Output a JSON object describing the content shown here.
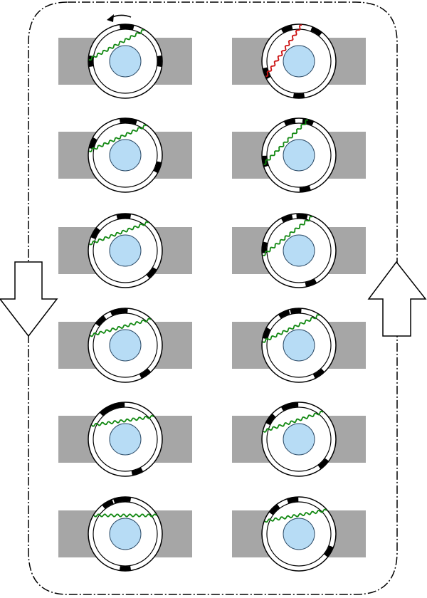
{
  "colors": {
    "background": "#ffffff",
    "housing": "#a6a6a6",
    "ring_stroke": "#000000",
    "marker": "#000000",
    "core": "#b7dcf5",
    "core_stroke": "#2b4a66",
    "wave_default": "#118811",
    "wave_highlight": "#cc1111",
    "path_stroke": "#000000",
    "arrow_fill": "#ffffff"
  },
  "icons": {
    "rotation_indicator": "curved-arrow-icon",
    "flow_down": "down-arrow-icon",
    "flow_up": "up-arrow-icon"
  },
  "path": {
    "style": "dash-dot",
    "shape": "rounded-rectangle-loop"
  },
  "units": [
    {
      "id": "left-1",
      "column": "left",
      "row": 1,
      "angle": -28,
      "markers": [
        -85,
        0,
        180,
        270
      ],
      "wave": "green",
      "rotation_indicator": true
    },
    {
      "id": "left-2",
      "column": "left",
      "row": 2,
      "angle": -24,
      "markers": [
        -80,
        20,
        200,
        270
      ],
      "wave": "green"
    },
    {
      "id": "left-3",
      "column": "left",
      "row": 3,
      "angle": -20,
      "markers": [
        -90,
        40,
        210,
        265
      ],
      "wave": "green"
    },
    {
      "id": "left-4",
      "column": "left",
      "row": 4,
      "angle": -15,
      "markers": [
        -95,
        55,
        225,
        255
      ],
      "wave": "green"
    },
    {
      "id": "left-5",
      "column": "left",
      "row": 5,
      "angle": -8,
      "markers": [
        -100,
        70,
        235,
        245
      ],
      "wave": "green"
    },
    {
      "id": "left-6",
      "column": "left",
      "row": 6,
      "angle": 0,
      "markers": [
        -90,
        90,
        240,
        260
      ],
      "wave": "green"
    },
    {
      "id": "right-1",
      "column": "right",
      "row": 1,
      "angle": -55,
      "markers": [
        -60,
        90,
        160,
        250
      ],
      "wave": "red"
    },
    {
      "id": "right-2",
      "column": "right",
      "row": 2,
      "angle": -45,
      "markers": [
        -75,
        80,
        170,
        255
      ],
      "wave": "green"
    },
    {
      "id": "right-3",
      "column": "right",
      "row": 3,
      "angle": -38,
      "markers": [
        -85,
        70,
        185,
        250
      ],
      "wave": "green"
    },
    {
      "id": "right-4",
      "column": "right",
      "row": 4,
      "angle": -25,
      "markers": [
        -95,
        55,
        200,
        245
      ],
      "wave": "green"
    },
    {
      "id": "right-5",
      "column": "right",
      "row": 5,
      "angle": -18,
      "markers": [
        -100,
        45,
        215,
        250
      ],
      "wave": "green"
    },
    {
      "id": "right-6",
      "column": "right",
      "row": 6,
      "angle": -10,
      "markers": [
        -100,
        30,
        225,
        260
      ],
      "wave": "green"
    }
  ]
}
